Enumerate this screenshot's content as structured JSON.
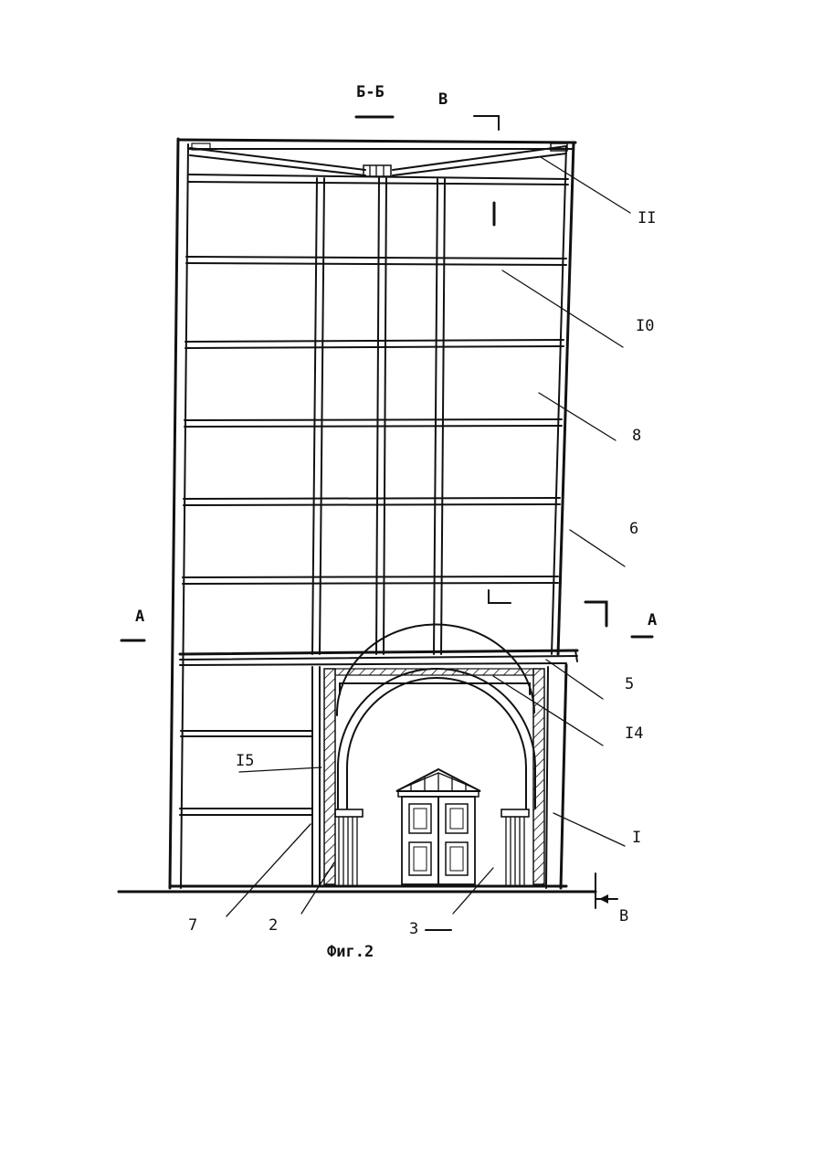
{
  "section_title": "Б-Б",
  "section_marks": {
    "v_top": "В",
    "v_bottom": "В",
    "a_left": "А",
    "a_right": "А"
  },
  "callouts": {
    "c11": "II",
    "c10": "I0",
    "c8": "8",
    "c6": "6",
    "c5": "5",
    "c14": "I4",
    "c15": "I5",
    "c1": "I",
    "c7": "7",
    "c2": "2",
    "c3": "3"
  },
  "caption": "Фиг.2"
}
